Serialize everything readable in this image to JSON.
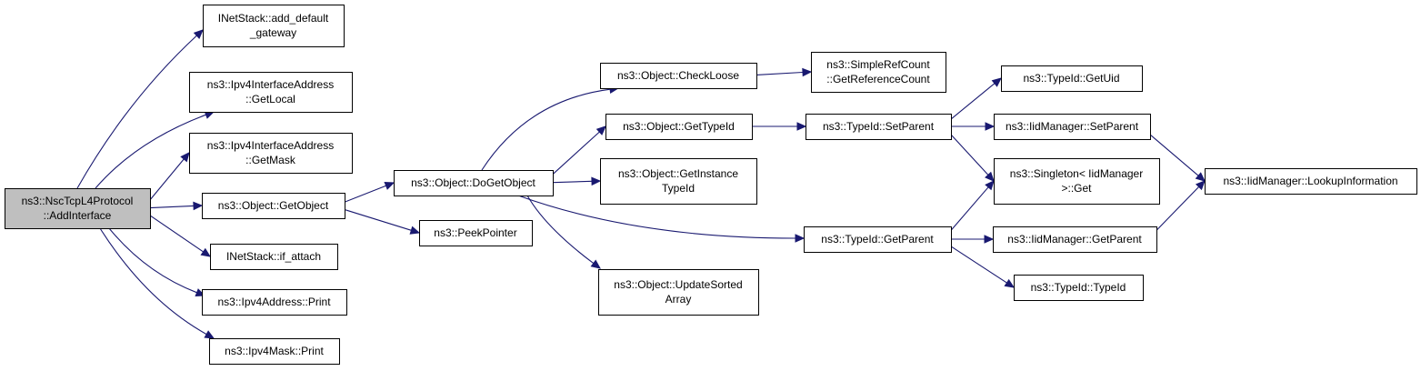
{
  "graph": {
    "colors": {
      "edge": "#191970",
      "node_fill": "#ffffff",
      "root_fill": "#bfbfbf",
      "node_border": "#000000"
    },
    "nodes": [
      {
        "id": "root",
        "lines": [
          "ns3::NscTcpL4Protocol",
          "::AddInterface"
        ],
        "root": true
      },
      {
        "id": "add_gw",
        "lines": [
          "INetStack::add_default",
          "_gateway"
        ]
      },
      {
        "id": "ifa_local",
        "lines": [
          "ns3::Ipv4InterfaceAddress",
          "::GetLocal"
        ]
      },
      {
        "id": "ifa_mask",
        "lines": [
          "ns3::Ipv4InterfaceAddress",
          "::GetMask"
        ]
      },
      {
        "id": "getobject",
        "lines": [
          "ns3::Object::GetObject"
        ]
      },
      {
        "id": "if_attach",
        "lines": [
          "INetStack::if_attach"
        ]
      },
      {
        "id": "addr_print",
        "lines": [
          "ns3::Ipv4Address::Print"
        ]
      },
      {
        "id": "mask_print",
        "lines": [
          "ns3::Ipv4Mask::Print"
        ]
      },
      {
        "id": "dogetobject",
        "lines": [
          "ns3::Object::DoGetObject"
        ]
      },
      {
        "id": "peekpointer",
        "lines": [
          "ns3::PeekPointer"
        ]
      },
      {
        "id": "checkloose",
        "lines": [
          "ns3::Object::CheckLoose"
        ]
      },
      {
        "id": "obj_gettypeid",
        "lines": [
          "ns3::Object::GetTypeId"
        ]
      },
      {
        "id": "getinstancetypeid",
        "lines": [
          "ns3::Object::GetInstance",
          "TypeId"
        ]
      },
      {
        "id": "updatesorted",
        "lines": [
          "ns3::Object::UpdateSorted",
          "Array"
        ]
      },
      {
        "id": "getrefcount",
        "lines": [
          "ns3::SimpleRefCount",
          "::GetReferenceCount"
        ]
      },
      {
        "id": "tid_setparent",
        "lines": [
          "ns3::TypeId::SetParent"
        ]
      },
      {
        "id": "tid_getparent",
        "lines": [
          "ns3::TypeId::GetParent"
        ]
      },
      {
        "id": "tid_getuid",
        "lines": [
          "ns3::TypeId::GetUid"
        ]
      },
      {
        "id": "iid_setparent",
        "lines": [
          "ns3::IidManager::SetParent"
        ]
      },
      {
        "id": "singleton_get",
        "lines": [
          "ns3::Singleton< IidManager",
          ">::Get"
        ]
      },
      {
        "id": "iid_getparent",
        "lines": [
          "ns3::IidManager::GetParent"
        ]
      },
      {
        "id": "tid_typeid",
        "lines": [
          "ns3::TypeId::TypeId"
        ]
      },
      {
        "id": "iid_lookup",
        "lines": [
          "ns3::IidManager::LookupInformation"
        ]
      }
    ],
    "edges": [
      {
        "from": "root",
        "to": "add_gw"
      },
      {
        "from": "root",
        "to": "ifa_local"
      },
      {
        "from": "root",
        "to": "ifa_mask"
      },
      {
        "from": "root",
        "to": "getobject"
      },
      {
        "from": "root",
        "to": "if_attach"
      },
      {
        "from": "root",
        "to": "addr_print"
      },
      {
        "from": "root",
        "to": "mask_print"
      },
      {
        "from": "getobject",
        "to": "dogetobject"
      },
      {
        "from": "getobject",
        "to": "peekpointer"
      },
      {
        "from": "dogetobject",
        "to": "checkloose"
      },
      {
        "from": "dogetobject",
        "to": "obj_gettypeid"
      },
      {
        "from": "dogetobject",
        "to": "getinstancetypeid"
      },
      {
        "from": "dogetobject",
        "to": "updatesorted"
      },
      {
        "from": "dogetobject",
        "to": "tid_getparent"
      },
      {
        "from": "checkloose",
        "to": "getrefcount"
      },
      {
        "from": "obj_gettypeid",
        "to": "tid_setparent"
      },
      {
        "from": "tid_setparent",
        "to": "tid_getuid"
      },
      {
        "from": "tid_setparent",
        "to": "iid_setparent"
      },
      {
        "from": "tid_setparent",
        "to": "singleton_get"
      },
      {
        "from": "tid_getparent",
        "to": "singleton_get"
      },
      {
        "from": "tid_getparent",
        "to": "iid_getparent"
      },
      {
        "from": "tid_getparent",
        "to": "tid_typeid"
      },
      {
        "from": "iid_setparent",
        "to": "iid_lookup"
      },
      {
        "from": "iid_getparent",
        "to": "iid_lookup"
      }
    ]
  }
}
